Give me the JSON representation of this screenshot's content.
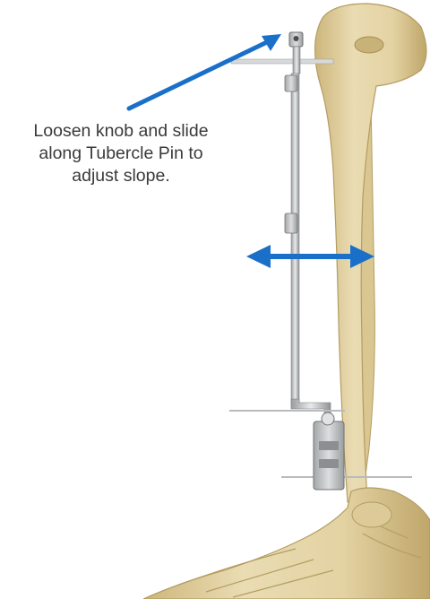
{
  "caption": {
    "lines": [
      "Loosen knob and slide",
      "along Tubercle Pin to",
      "adjust slope."
    ]
  },
  "colors": {
    "arrow": "#1a6fc9",
    "bone": "#e7d8ad",
    "bone_shadow": "#c2ab72",
    "instrument": "#c9cbcc",
    "instrument_dark": "#8d9092",
    "caption_text": "#3a3a3a"
  },
  "icons": {
    "pointer_arrow": "arrow-pointing-to-knob",
    "width_arrow": "double-headed-horizontal-arrow"
  }
}
